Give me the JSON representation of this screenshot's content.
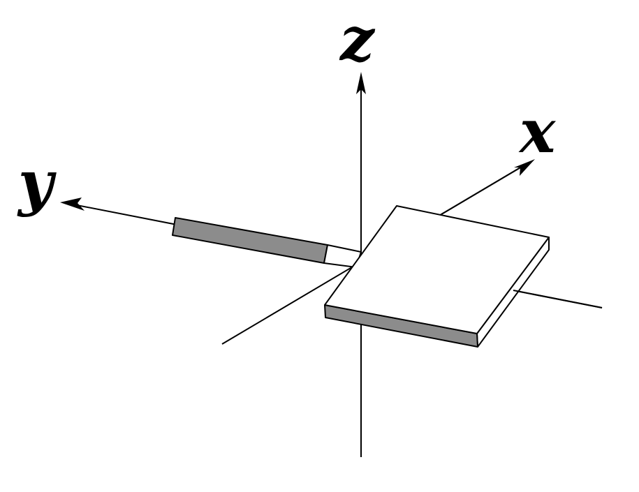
{
  "labels": {
    "z": "z",
    "x": "x",
    "y": "y"
  },
  "colors": {
    "line": "#000000",
    "face": "#ffffff",
    "shade": "#8c8c8c"
  }
}
